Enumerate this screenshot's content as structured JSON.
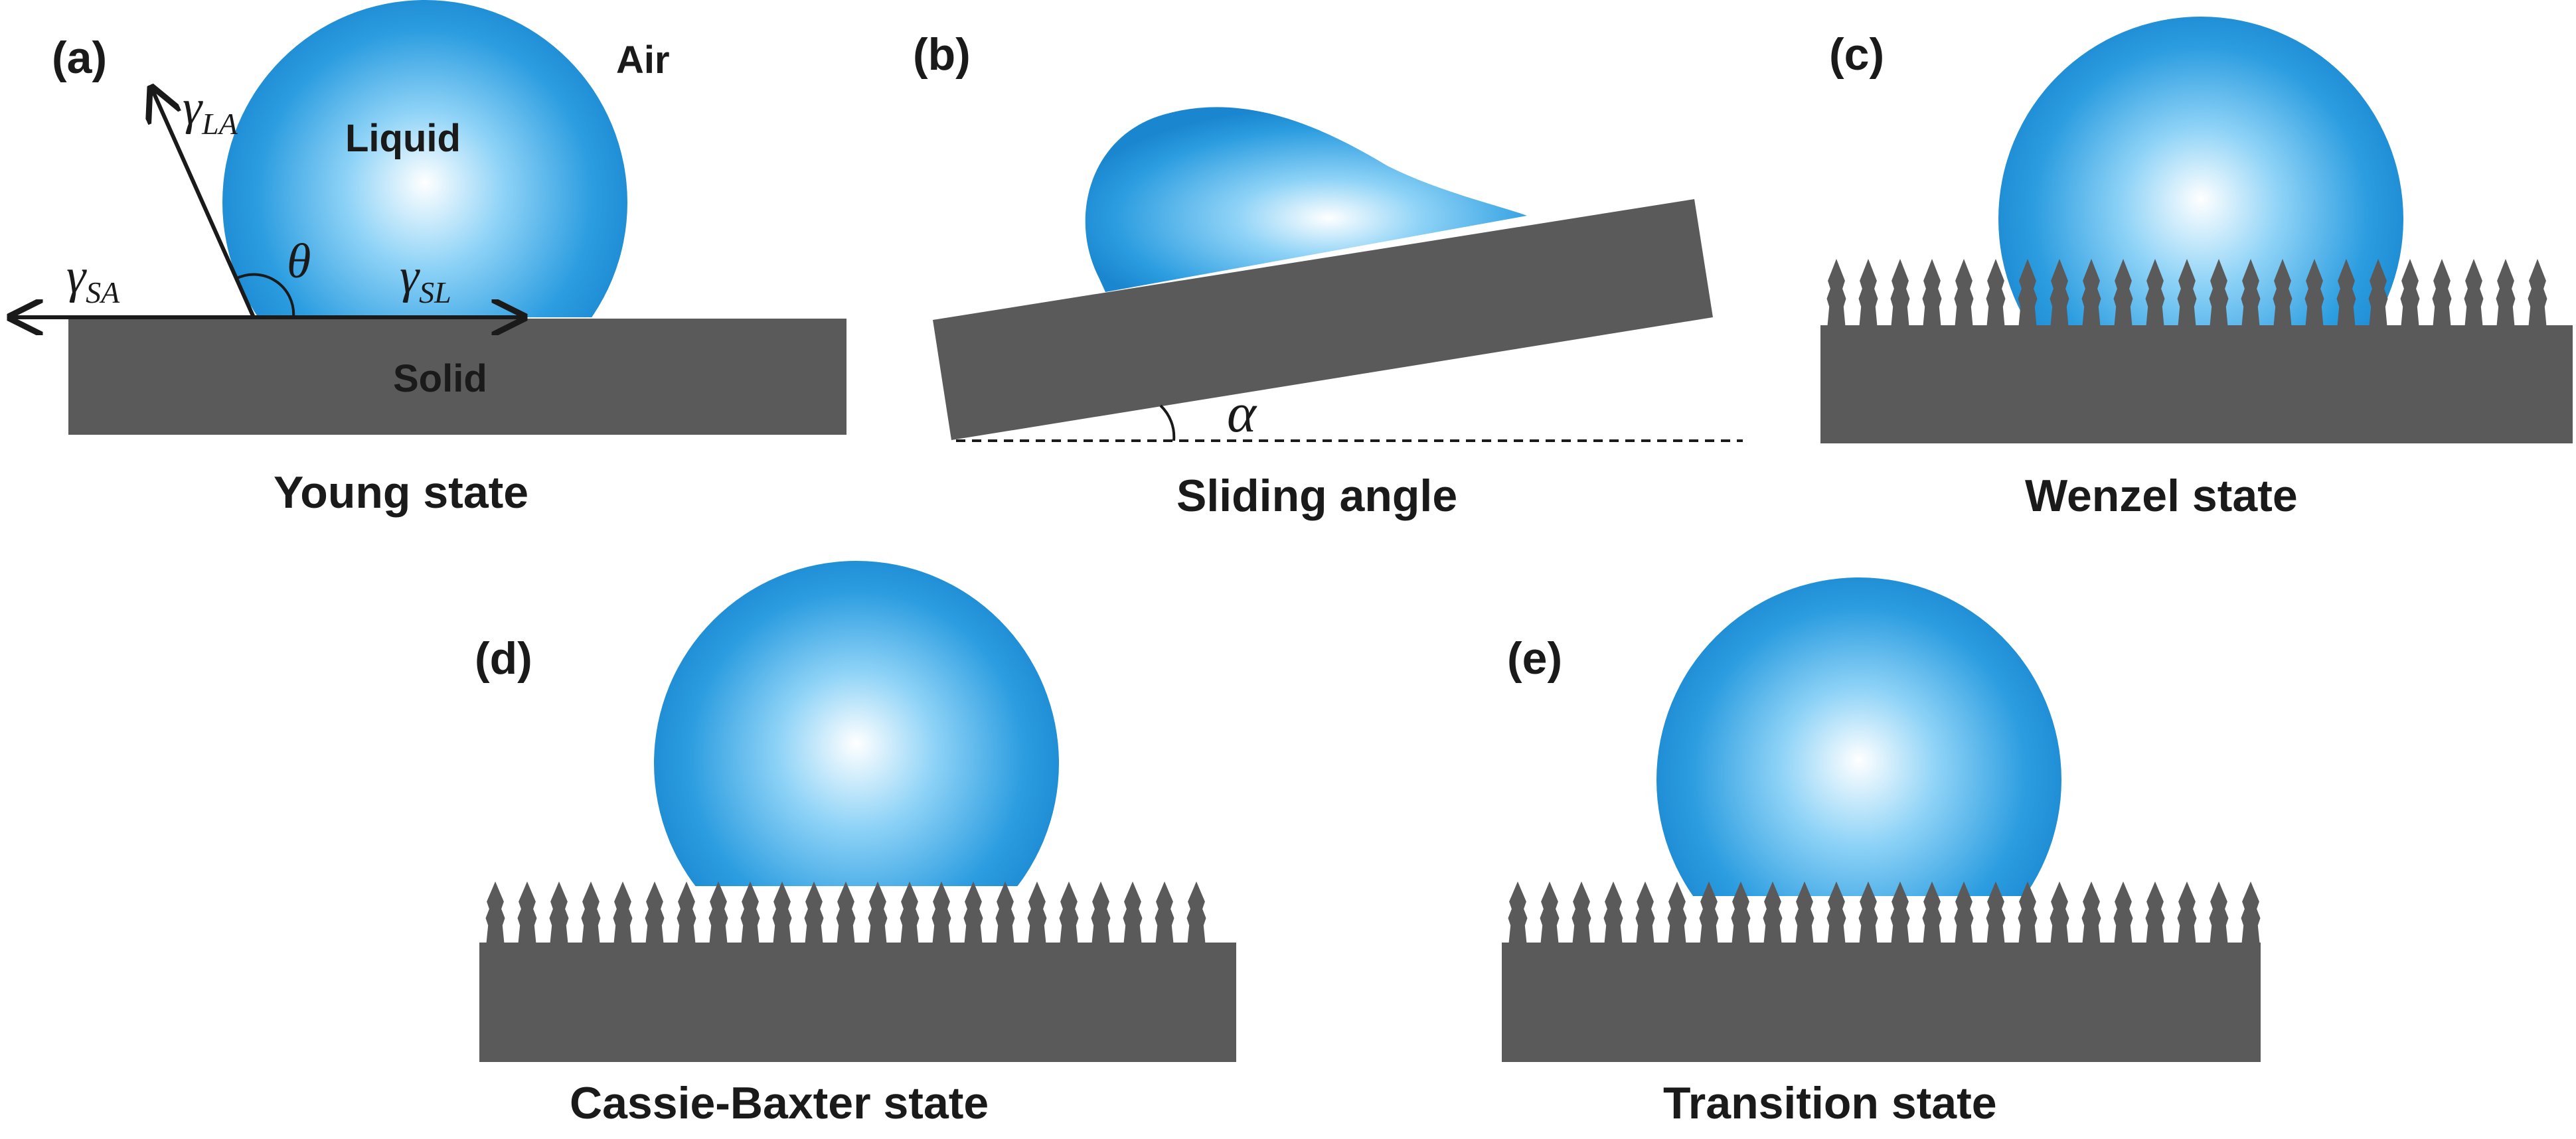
{
  "panels": {
    "a": {
      "label": "(a)",
      "caption": "Young state",
      "liquid_label": "Liquid",
      "air_label": "Air",
      "solid_label": "Solid",
      "gamma_la": {
        "symbol": "γ",
        "subscript": "LA"
      },
      "gamma_sa": {
        "symbol": "γ",
        "subscript": "SA"
      },
      "gamma_sl": {
        "symbol": "γ",
        "subscript": "SL"
      },
      "theta": "θ"
    },
    "b": {
      "label": "(b)",
      "caption": "Sliding angle",
      "alpha": "α"
    },
    "c": {
      "label": "(c)",
      "caption": "Wenzel state"
    },
    "d": {
      "label": "(d)",
      "caption": "Cassie-Baxter state"
    },
    "e": {
      "label": "(e)",
      "caption": "Transition state"
    }
  },
  "colors": {
    "solid": "#5a5a5a",
    "droplet_center": "#ffffff",
    "droplet_edge": "#1f8fd8",
    "text": "#1a1a1a"
  }
}
